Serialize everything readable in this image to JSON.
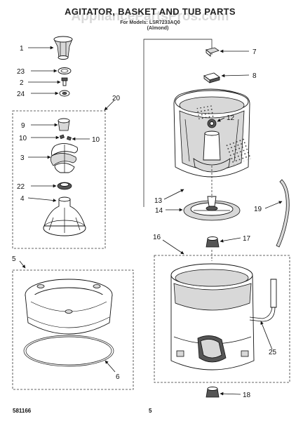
{
  "header": {
    "watermark": "AppliancePartsPros.com",
    "title": "AGITATOR, BASKET AND TUB PARTS",
    "subtitle_line1": "For Models: LSR7233AQ0",
    "subtitle_line2": "(Almond)"
  },
  "callouts": {
    "c1": "1",
    "c23": "23",
    "c2": "2",
    "c24": "24",
    "c20": "20",
    "c9": "9",
    "c10a": "10",
    "c10b": "10",
    "c3": "3",
    "c22": "22",
    "c4": "4",
    "c5": "5",
    "c6": "6",
    "c7": "7",
    "c8": "8",
    "c12": "12",
    "c13": "13",
    "c14": "14",
    "c19": "19",
    "c16": "16",
    "c17": "17",
    "c25": "25",
    "c18": "18"
  },
  "footer": {
    "doc_number": "581166",
    "page_number": "5"
  },
  "icons": {
    "arrow": "arrow-icon"
  }
}
